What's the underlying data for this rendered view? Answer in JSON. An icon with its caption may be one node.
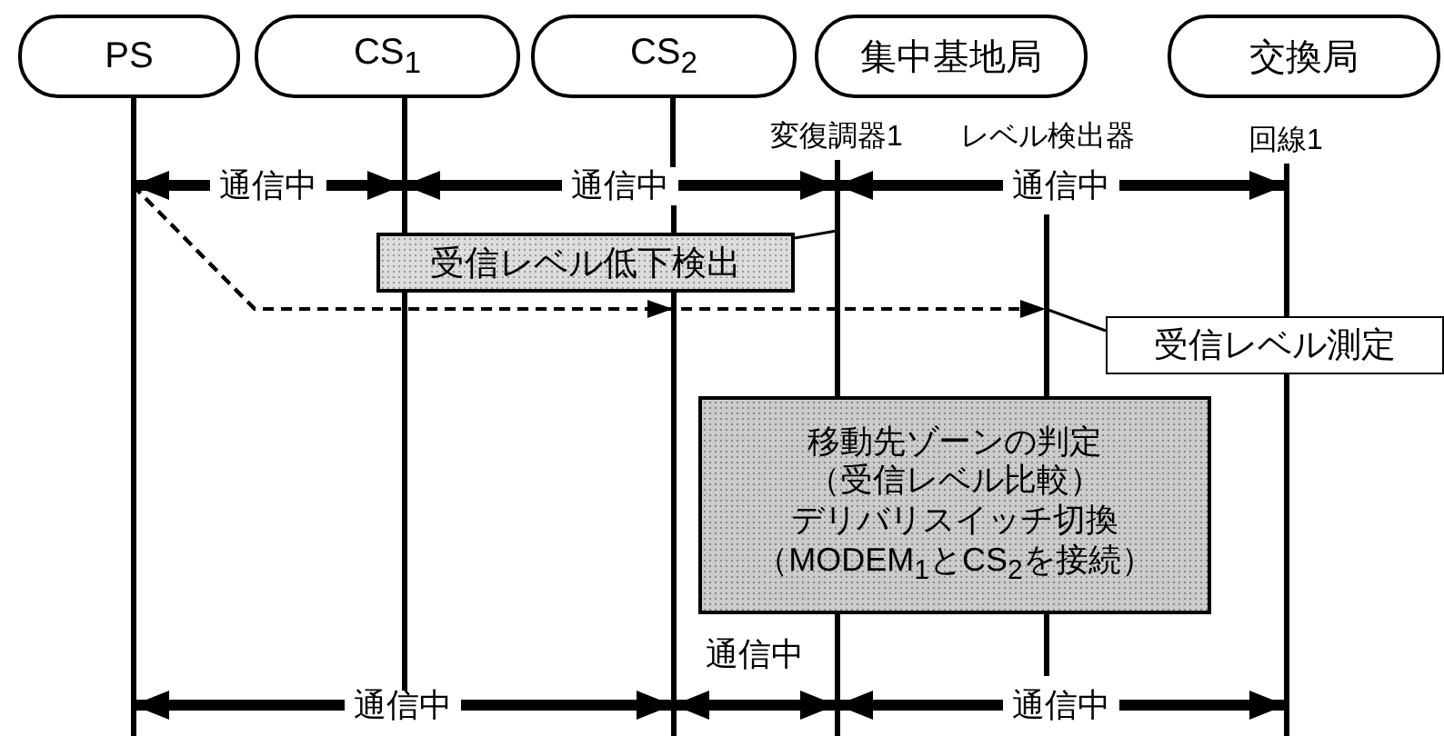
{
  "diagram": {
    "nodes": [
      {
        "text": [
          "PS"
        ]
      },
      {
        "text": [
          "CS$_{1}$"
        ]
      },
      {
        "text": [
          "CS$_{2}$"
        ]
      },
      {
        "text": [
          "集中基地局"
        ]
      },
      {
        "text": [
          "交換局"
        ]
      },
      {
        "text": [
          "変復調器1"
        ]
      },
      {
        "text": [
          "レベル検出器"
        ]
      },
      {
        "text": [
          "回線1"
        ]
      },
      {
        "text": [
          "受信レベル低下検出"
        ]
      },
      {
        "text": [
          "受信レベル測定"
        ]
      },
      {
        "text": [
          "移動先ゾーンの判定",
          "（受信レベル比較）",
          "デリバリスイッチ切換",
          "（MODEM$_{1}$とCS$_{2}$を接続）"
        ]
      },
      {
        "text": [],
        "shape": "bar"
      },
      {
        "text": [],
        "shape": "bar"
      },
      {
        "text": [],
        "shape": "bar"
      },
      {
        "text": [],
        "shape": "bar"
      },
      {
        "text": [],
        "shape": "bar"
      },
      {
        "text": [],
        "shape": "bar"
      }
    ],
    "edges": [
      {
        "from": 11,
        "to": 12,
        "arrow": "both",
        "label": "通信中"
      },
      {
        "from": 12,
        "to": 14,
        "arrow": "both",
        "label": "通信中"
      },
      {
        "from": 14,
        "to": 16,
        "arrow": "both",
        "label": "通信中"
      },
      {
        "from": 11,
        "to": 13,
        "arrow": "to",
        "style": "dashed"
      },
      {
        "from": 11,
        "to": 15,
        "arrow": "to",
        "style": "dashed"
      },
      {
        "from": 8,
        "to": 14,
        "arrow": "none"
      },
      {
        "from": 9,
        "to": 15,
        "arrow": "none"
      },
      {
        "from": 11,
        "to": 13,
        "arrow": "both",
        "label": "通信中"
      },
      {
        "from": 13,
        "to": 14,
        "arrow": "both",
        "label": "通信中"
      },
      {
        "from": 14,
        "to": 16,
        "arrow": "both",
        "label": "通信中"
      }
    ]
  }
}
